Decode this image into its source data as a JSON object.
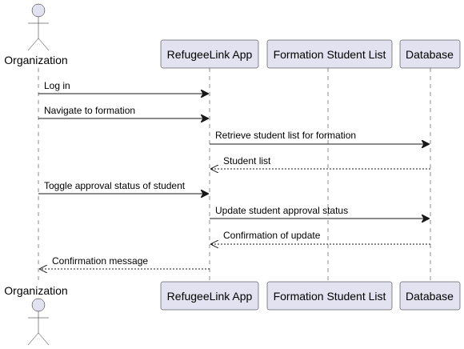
{
  "actor": {
    "name": "Organization"
  },
  "participants": [
    {
      "id": "app",
      "name": "RefugeeLink App"
    },
    {
      "id": "list",
      "name": "Formation Student List"
    },
    {
      "id": "db",
      "name": "Database"
    }
  ],
  "messages": [
    {
      "from": "actor",
      "to": "app",
      "label": "Log in",
      "style": "solid"
    },
    {
      "from": "actor",
      "to": "app",
      "label": "Navigate to formation",
      "style": "solid"
    },
    {
      "from": "app",
      "to": "db",
      "label": "Retrieve student list for formation",
      "style": "solid"
    },
    {
      "from": "db",
      "to": "app",
      "label": "Student list",
      "style": "dashed"
    },
    {
      "from": "actor",
      "to": "app",
      "label": "Toggle approval status of student",
      "style": "solid"
    },
    {
      "from": "app",
      "to": "db",
      "label": "Update student approval status",
      "style": "solid"
    },
    {
      "from": "db",
      "to": "app",
      "label": "Confirmation of update",
      "style": "dashed"
    },
    {
      "from": "app",
      "to": "actor",
      "label": "Confirmation message",
      "style": "dashed"
    }
  ],
  "colors": {
    "participant_fill": "#E2E2F0",
    "line": "#181818",
    "background": "#FFFFFF"
  }
}
